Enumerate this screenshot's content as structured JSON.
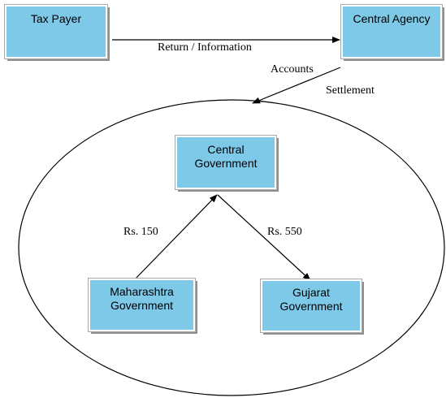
{
  "diagram": {
    "nodes": {
      "tax_payer": {
        "label": "Tax Payer"
      },
      "central_agency": {
        "label": "Central Agency"
      },
      "central_government": {
        "line1": "Central",
        "line2": "Government"
      },
      "maharashtra_government": {
        "line1": "Maharashtra",
        "line2": "Government"
      },
      "gujarat_government": {
        "line1": "Gujarat",
        "line2": "Government"
      }
    },
    "edges": {
      "return_information": "Return / Information",
      "accounts": "Accounts",
      "settlement": "Settlement",
      "maharashtra_to_centre": "Rs. 150",
      "centre_to_gujarat": "Rs. 550"
    },
    "colors": {
      "node_fill": "#7ec8e8",
      "node_shadow": "#8f8f8f",
      "stroke": "#000000"
    }
  }
}
